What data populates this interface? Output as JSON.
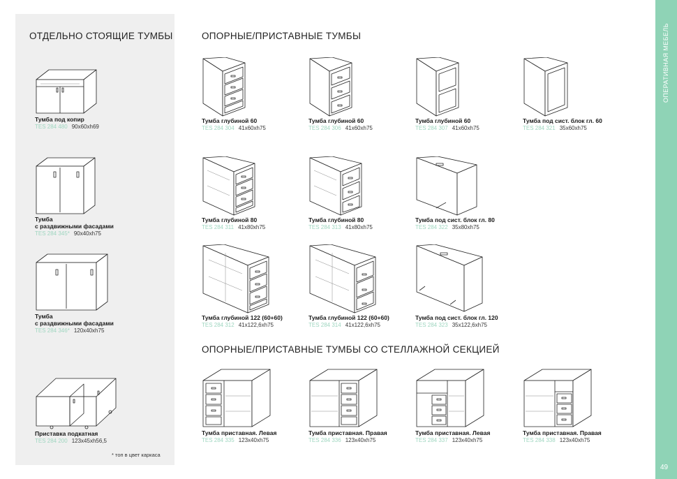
{
  "sidebar_label": "ОПЕРАТИВНАЯ МЕБЕЛЬ",
  "page_number": "49",
  "sections": {
    "freestanding": "ОТДЕЛЬНО СТОЯЩИЕ ТУМБЫ",
    "support": "ОПОРНЫЕ/ПРИСТАВНЫЕ ТУМБЫ",
    "shelving": "ОПОРНЫЕ/ПРИСТАВНЫЕ ТУМБЫ СО СТЕЛЛАЖНОЙ СЕКЦИЕЙ"
  },
  "footnote": "* топ в цвет каркаса",
  "items": [
    {
      "lines": [
        "Тумба под копир"
      ],
      "code": "TES 284 480",
      "dims": "90x60xh69"
    },
    {
      "lines": [
        "Тумба",
        "с раздвижными фасадами"
      ],
      "code": "TES 284 345*",
      "dims": "90x40xh75"
    },
    {
      "lines": [
        "Тумба",
        "с раздвижными фасадами"
      ],
      "code": "TES 284 346*",
      "dims": "120x40xh75"
    },
    {
      "lines": [
        "Приставка подкатная"
      ],
      "code": "TES 284 200",
      "dims": "123x45xh56,5"
    },
    {
      "lines": [
        "Тумба глубиной 60"
      ],
      "code": "TES 284 304",
      "dims": "41x60xh75"
    },
    {
      "lines": [
        "Тумба глубиной 60"
      ],
      "code": "TES 284 306",
      "dims": "41x60xh75"
    },
    {
      "lines": [
        "Тумба глубиной 60"
      ],
      "code": "TES 284 307",
      "dims": "41x60xh75"
    },
    {
      "lines": [
        "Тумба под сист. блок гл. 60"
      ],
      "code": "TES 284 321",
      "dims": "35x60xh75"
    },
    {
      "lines": [
        "Тумба глубиной 80"
      ],
      "code": "TES 284 311",
      "dims": "41x80xh75"
    },
    {
      "lines": [
        "Тумба глубиной 80"
      ],
      "code": "TES 284 313",
      "dims": "41x80xh75"
    },
    {
      "lines": [
        "Тумба под сист. блок гл. 80"
      ],
      "code": "TES 284 322",
      "dims": "35x80xh75"
    },
    {
      "lines": [
        "Тумба глубиной 122 (60+60)"
      ],
      "code": "TES 284 312",
      "dims": "41x122,6xh75"
    },
    {
      "lines": [
        "Тумба глубиной 122 (60+60)"
      ],
      "code": "TES 284 314",
      "dims": "41x122,6xh75"
    },
    {
      "lines": [
        "Тумба под сист. блок гл. 120"
      ],
      "code": "TES 284 323",
      "dims": "35x122,6xh75"
    },
    {
      "lines": [
        "Тумба приставная. Левая"
      ],
      "code": "TES 284 335",
      "dims": "123x40xh75"
    },
    {
      "lines": [
        "Тумба приставная. Правая"
      ],
      "code": "TES 284 336",
      "dims": "123x40xh75"
    },
    {
      "lines": [
        "Тумба приставная. Левая"
      ],
      "code": "TES 284 337",
      "dims": "123x40xh75"
    },
    {
      "lines": [
        "Тумба приставная. Правая"
      ],
      "code": "TES 284 338",
      "dims": "123x40xh75"
    }
  ]
}
